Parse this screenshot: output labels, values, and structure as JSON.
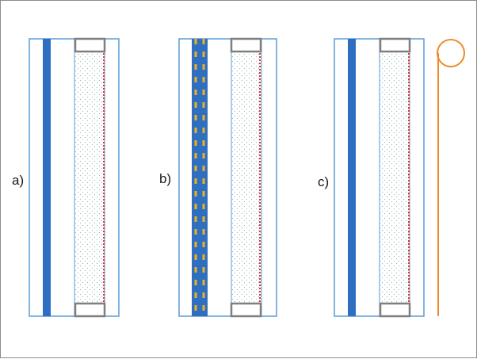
{
  "panels": [
    {
      "id": "a",
      "label": "a)"
    },
    {
      "id": "b",
      "label": "b)"
    },
    {
      "id": "c",
      "label": "c)"
    }
  ],
  "colors": {
    "outline_blue": "#5b9bd5",
    "glass_blue": "#2f6fc1",
    "heater_gold": "#f0b21a",
    "spacer_gray": "#7f7f7f",
    "dots_teal": "#8fb9b6",
    "red_dotted": "#e03a2a",
    "coil_orange": "#ee8a2a",
    "frame_border": "#8c8c8c"
  }
}
